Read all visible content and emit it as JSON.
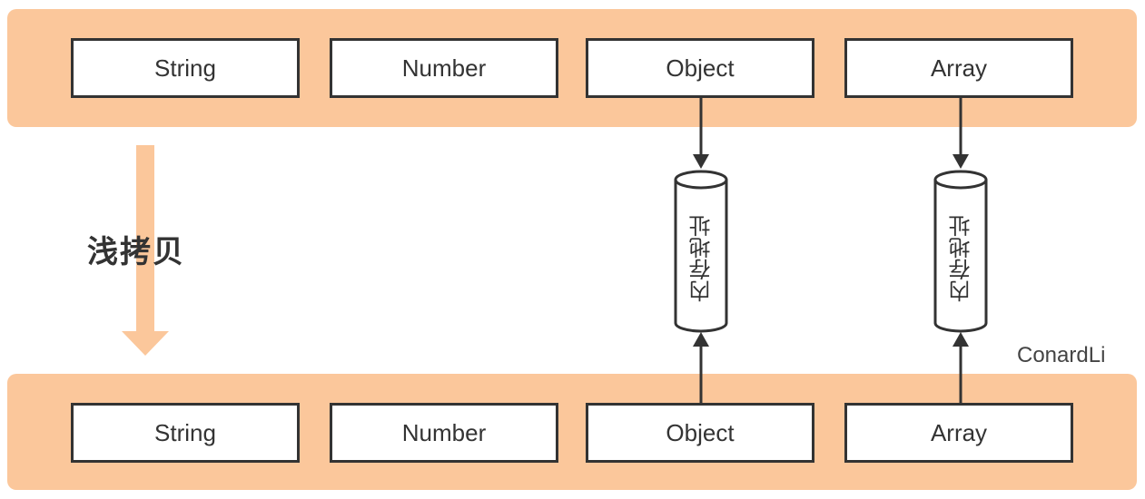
{
  "top_row": [
    "String",
    "Number",
    "Object",
    "Array"
  ],
  "bottom_row": [
    "String",
    "Number",
    "Object",
    "Array"
  ],
  "copy_label": "浅拷贝",
  "memory_label": "内存地址",
  "watermark": "ConardLi",
  "colors": {
    "band": "#fbc79b",
    "arrow": "#fbc79b",
    "stroke": "#333333"
  }
}
